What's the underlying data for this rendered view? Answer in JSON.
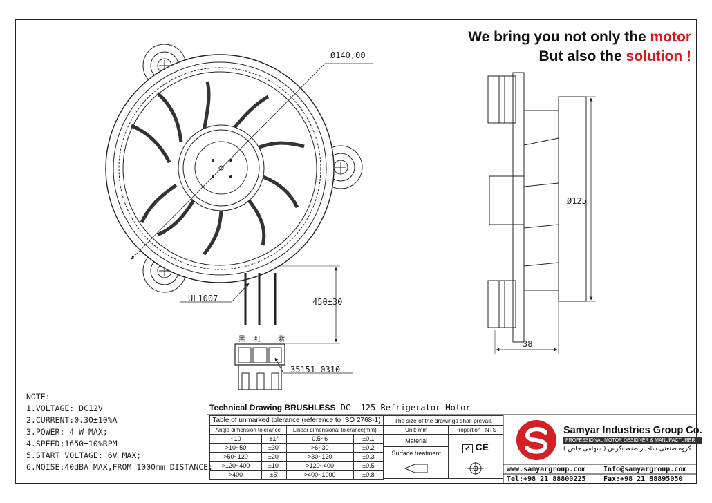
{
  "headline": {
    "line1_prefix": "We bring you not only the ",
    "line1_accent": "motor",
    "line2_prefix": "But also the ",
    "line2_accent": "solution !",
    "accent_color": "#e3121b"
  },
  "drawing": {
    "dim_diameter_front": "Ø140,00",
    "dim_diameter_side": "Ø125",
    "dim_depth": "38",
    "dim_lead_length": "450±30",
    "cable_label": "UL1007",
    "connector_label": "35151-0310",
    "wire_colors": [
      "黑",
      "红",
      "紫"
    ]
  },
  "notes": {
    "title": "NOTE:",
    "items": [
      "1.VOLTAGE: DC12V",
      "2.CURRENT:0.30±10%A",
      "3.POWER: 4 W MAX;",
      "4.SPEED:1650±10%RPM",
      "5.START VOLTAGE: 6V MAX;",
      "6.NOISE:40dBA MAX,FROM 1000mm DISTANCE;"
    ]
  },
  "title_block": {
    "title_bold": "Technical Drawing BRUSHLESS",
    "title_rest": " DC- 125 Refrigerator Motor",
    "table_heading": "Table of unmarked tolerance (reference to ISO 2768-1)",
    "angle_header": "Angle dimension tolerance",
    "linear_header": "Linear dimensional tolerance(mm)",
    "rows": [
      [
        "~10",
        "±1°",
        "0.5~6",
        "±0.1"
      ],
      [
        ">10~50",
        "±30'",
        ">6~30",
        "±0.2"
      ],
      [
        ">50~120",
        "±20'",
        ">30~120",
        "±0.3"
      ],
      [
        ">120~400",
        "±10'",
        ">120~400",
        "±0.5"
      ],
      [
        ">400",
        "±5'",
        ">400~1000",
        "±0.8"
      ]
    ],
    "prevail_note": "The size of the drawings shall prevail.",
    "unit": "Unit: mm",
    "proportion": "Proportion : NTS",
    "material": "Material",
    "surface": "Surface treatment",
    "ce_mark": "CE"
  },
  "company": {
    "name": "Samyar Industries Group Co.",
    "tagline": "PROFESSIONAL MOTOR DESIGNER & MANUFACTURER",
    "persian": "گروه صنعتی سامیار صنعت‌گرس ( سهامی خاص )",
    "website": "www.samyargroup.com",
    "email": "Info@samyargroup.com",
    "tel": "Tel:+98 21 88800225",
    "fax": "Fax:+98 21 88895050",
    "logo_color": "#d32027"
  }
}
